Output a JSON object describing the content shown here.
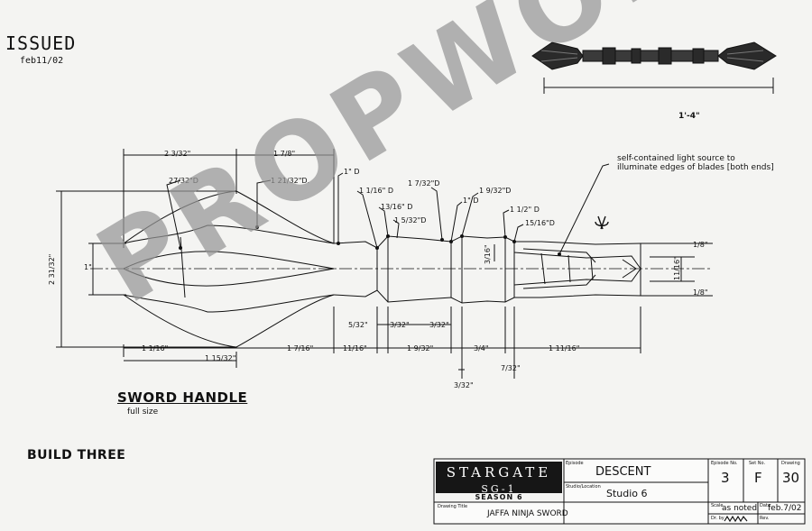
{
  "stamp": {
    "issued": "ISSUED",
    "date": "feb11/02"
  },
  "overall_length": "1'-4\"",
  "note": "self-contained light source to illuminate edges of blades [both ends]",
  "dimensions": {
    "top_2_3_32": "2 3/32\"",
    "top_1_7_8": "1 7/8\"",
    "dia_27_32": "27/32\"D",
    "dia_1_21_32": "1 21/32\"D.",
    "dia_1_a": "1\" D",
    "dia_1_1_16": "1 1/16\" D",
    "dia_13_16": "13/16\" D",
    "dia_1_5_32": "1 5/32\"D",
    "dia_1_7_32": "1 7/32\"D",
    "dia_1_b": "1\" D",
    "dia_1_9_32": "1 9/32\"D",
    "dia_1_1_2": "1 1/2\" D",
    "dia_15_16": "15/16\"D",
    "left_2_31_32": "2 31/32\"",
    "left_1": "1\"",
    "mid_3_16": "3/16\"",
    "right_1_8_top": "1/8\"",
    "right_11_16": "11/16\"",
    "right_1_8_bot": "1/8\"",
    "low_5_32": "5/32\"",
    "low_3_32_a": "3/32\"",
    "low_3_32_b": "3/32\"",
    "bot_1_1_16": "1 1/16\"",
    "bot_1_15_32": "1 15/32\"",
    "bot_1_7_16": "1 7/16\"",
    "bot_11_16": "11/16\"",
    "bot_1_9_32": "1 9/32\"",
    "bot_3_4": "3/4\"",
    "bot_1_11_16": "1 11/16\"",
    "bot_7_32": "7/32\"",
    "bot_3_32": "3/32\""
  },
  "drawing": {
    "title": "SWORD HANDLE",
    "subtitle": "full size",
    "build": "BUILD THREE"
  },
  "title_block": {
    "logo_line1": "STARGATE",
    "logo_line2": "SG-1",
    "season": "SEASON 6",
    "episode_label": "Episode",
    "episode": "DESCENT",
    "studio_label": "Studio/Location",
    "studio": "Studio 6",
    "drawing_title_label": "Drawing Title",
    "drawing_title": "JAFFA NINJA SWORD",
    "episode_no_label": "Episode No.",
    "episode_no": "3",
    "set_no_label": "Set No.",
    "set_no": "F",
    "drawing_label": "Drawing",
    "drawing_no": "30",
    "scale_label": "Scale",
    "scale": "as noted",
    "date_label": "Date",
    "date": "feb.7/02",
    "drawn_by_label": "Dr. by",
    "rev_label": "Rev."
  },
  "watermark": "PROPWORX"
}
